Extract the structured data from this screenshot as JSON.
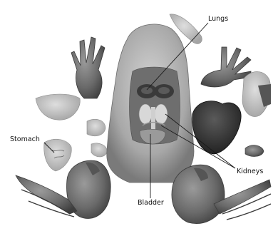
{
  "diagram": {
    "labels": {
      "lungs": "Lungs",
      "stomach": "Stomach",
      "kidneys": "Kidneys",
      "bladder": "Bladder"
    },
    "colors": {
      "background": "#ffffff",
      "leader_line": "#1a1a1a",
      "body_light": "#c8c8c8",
      "body_mid": "#8c8c8c",
      "body_dark": "#4a4a4a",
      "organ_dark": "#2a2a2a"
    }
  }
}
